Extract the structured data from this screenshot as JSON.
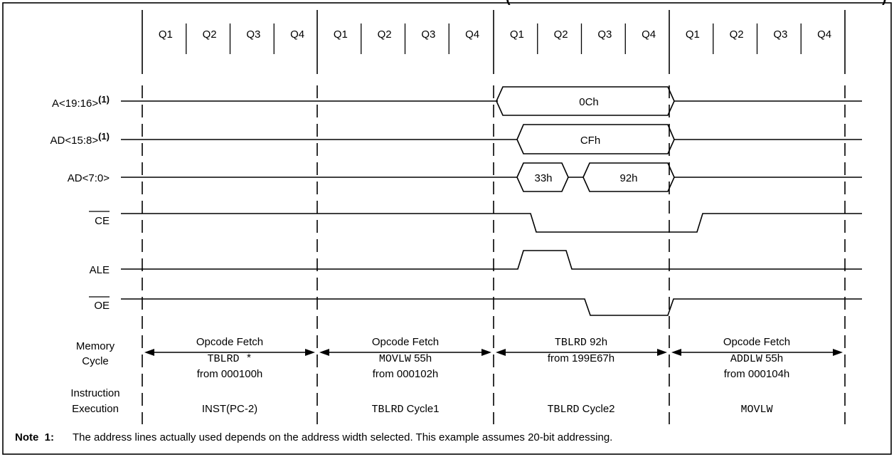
{
  "title_fragment_left": "(",
  "title_fragment_right": ")",
  "quarters": [
    "Q1",
    "Q2",
    "Q3",
    "Q4"
  ],
  "signals": {
    "a_19_16": {
      "name": "A<19:16>",
      "sup": "(1)",
      "value": "0Ch"
    },
    "ad_15_8": {
      "name": "AD<15:8>",
      "sup": "(1)",
      "value": "CFh"
    },
    "ad_7_0": {
      "name": "AD<7:0>",
      "value_low": "33h",
      "value_data": "92h"
    },
    "ce": {
      "name": "CE",
      "overbar": true
    },
    "ale": {
      "name": "ALE"
    },
    "oe": {
      "name": "OE",
      "overbar": true
    }
  },
  "memory_cycle": {
    "label_line1": "Memory",
    "label_line2": "Cycle",
    "cycles": [
      {
        "line1": "Opcode Fetch",
        "line2_code": "TBLRD *",
        "line2_text": "",
        "line3": "from 000100h"
      },
      {
        "line1": "Opcode Fetch",
        "line2_code": "MOVLW",
        "line2_text": " 55h",
        "line3": "from 000102h"
      },
      {
        "line1_code": "TBLRD",
        "line1": " 92h",
        "line2_code": "",
        "line2_text": "from 199E67h",
        "line3": ""
      },
      {
        "line1": "Opcode Fetch",
        "line2_code": "ADDLW",
        "line2_text": " 55h",
        "line3": "from 000104h"
      }
    ]
  },
  "instruction_execution": {
    "label_line1": "Instruction",
    "label_line2": "Execution",
    "items": [
      {
        "code": "",
        "text": "INST(PC-2)"
      },
      {
        "code": "TBLRD",
        "text": " Cycle1"
      },
      {
        "code": "TBLRD",
        "text": " Cycle2"
      },
      {
        "code": "MOVLW",
        "text": ""
      }
    ]
  },
  "note": {
    "label": "Note  1:",
    "text": "The address lines actually used depends on the address width selected. This example assumes 20-bit addressing."
  }
}
